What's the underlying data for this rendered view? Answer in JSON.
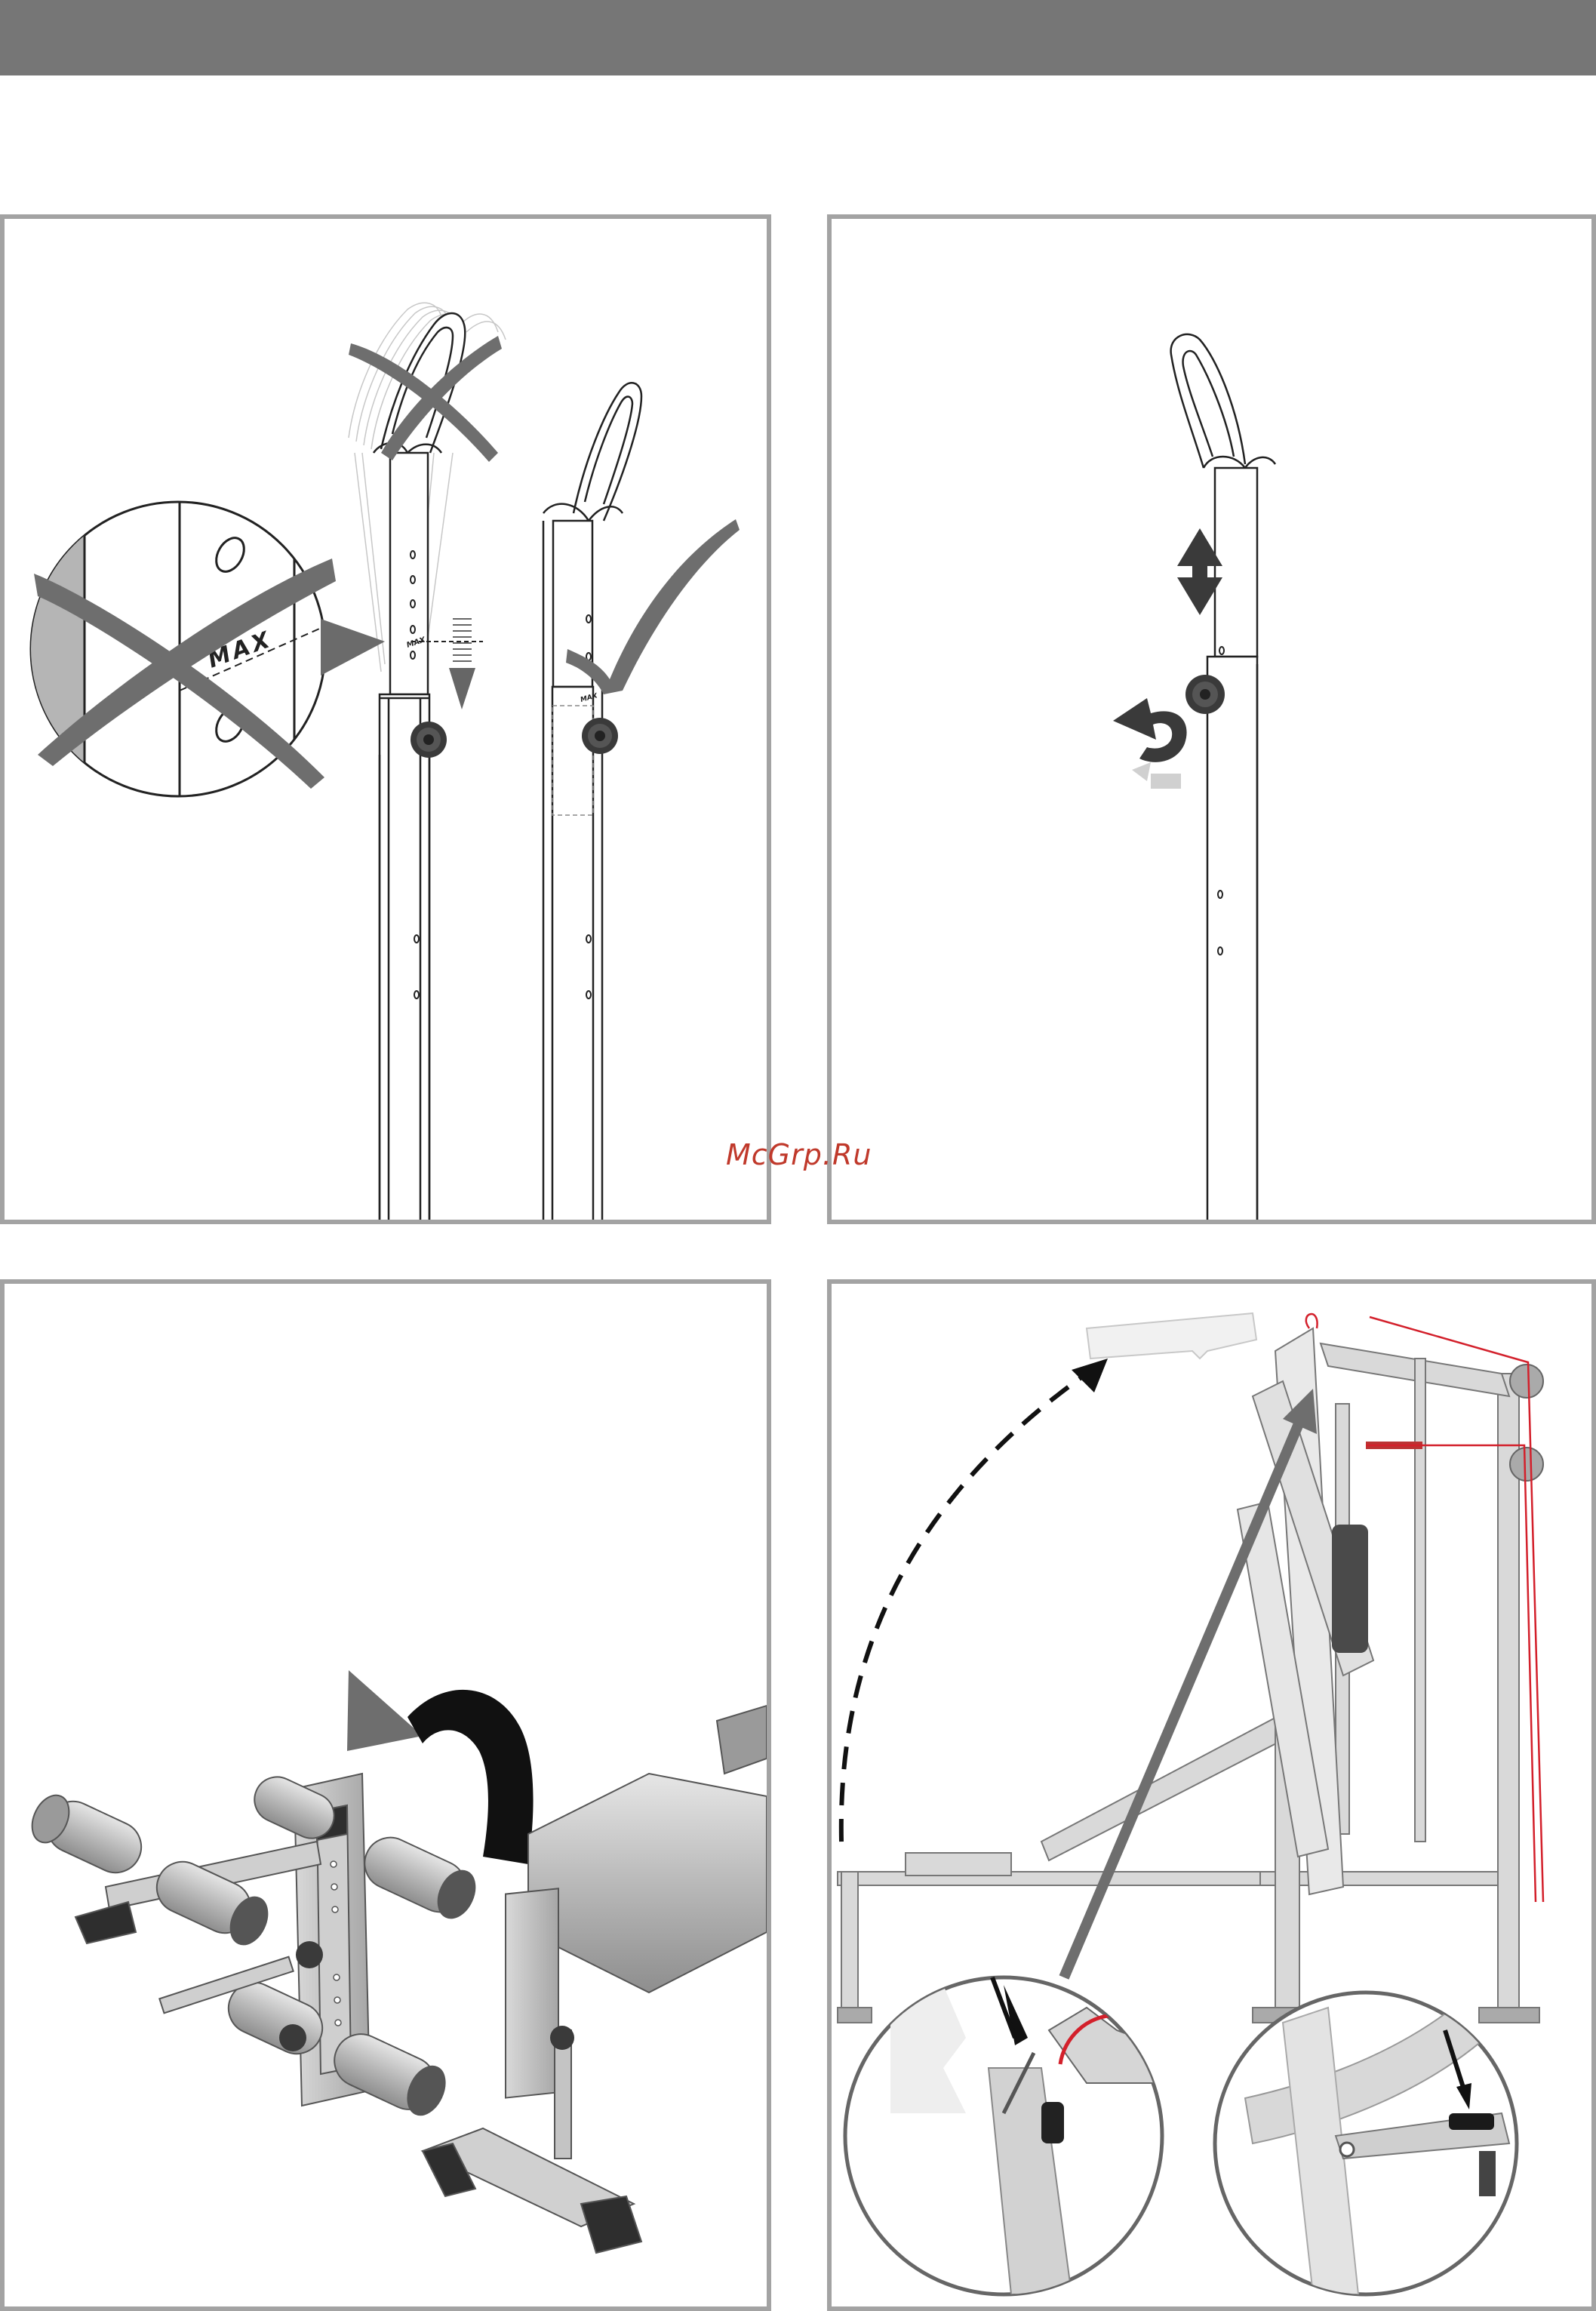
{
  "watermark": {
    "text": "McGrp.Ru"
  },
  "labels": {
    "max_large": "MAX",
    "max_small_1": "MAX",
    "max_small_2": "MAX"
  },
  "colors": {
    "header": "#767676",
    "frame": "#a3a3a3",
    "cable_red": "#d3202b",
    "watermark": "#c0392b"
  },
  "icons": [
    "cross-mark-icon",
    "check-mark-icon",
    "up-down-arrow-icon",
    "rotate-arrow-icon",
    "swing-arrow-icon",
    "dashed-curve-arrow-icon",
    "pointer-arrow-icon"
  ]
}
